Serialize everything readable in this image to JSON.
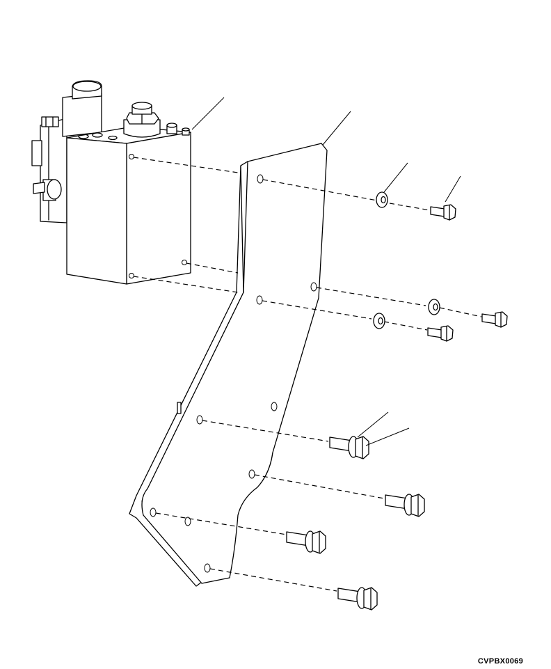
{
  "drawing": {
    "reference_code": "CVPBX0069",
    "line_color": "#000000",
    "background_color": "#ffffff",
    "parts": [
      "valve-block",
      "mounting-bracket",
      "flat-washers",
      "cap-screws",
      "flange-bolts"
    ]
  }
}
